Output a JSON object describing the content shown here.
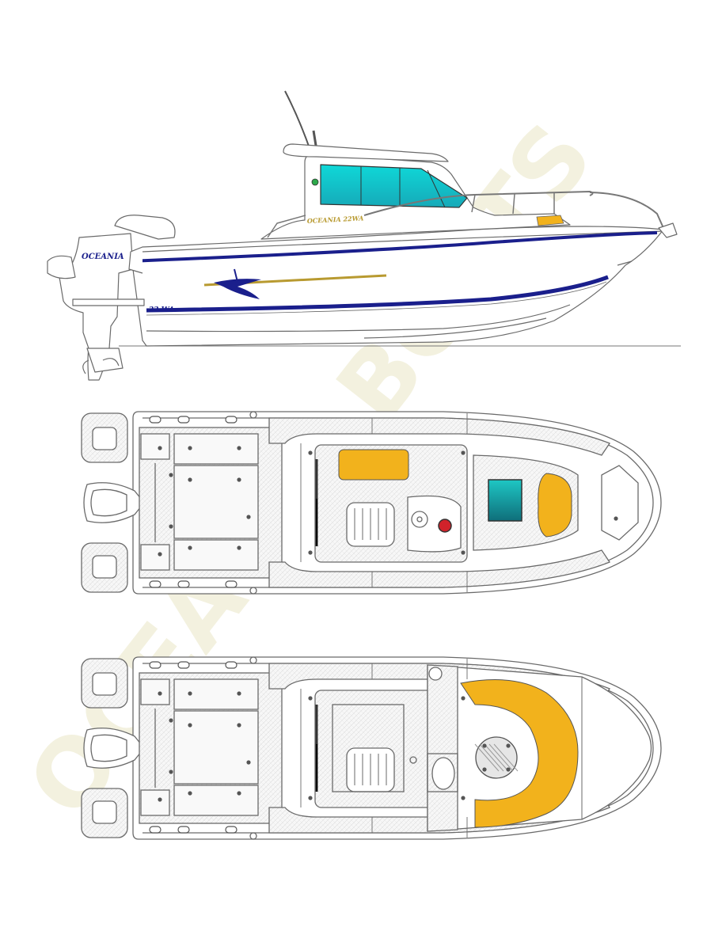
{
  "watermark": {
    "text": "OCEANIA BOATS",
    "color": "#f2f0dc"
  },
  "profile": {
    "engine_brand": "OCEANIA",
    "hull_model": "22 WA",
    "cabin_label": "OCEANIA 22WA"
  },
  "colors": {
    "line": "#6a6a6a",
    "stripe_blue": "#1a1f8c",
    "stripe_gold": "#b89a30",
    "glass_cyan": "#19c7cf",
    "cushion_yellow": "#f2b21c",
    "deck_fill": "#f6f6f6",
    "hull_fill": "#ffffff"
  },
  "views": [
    {
      "id": "side-profile"
    },
    {
      "id": "deck-plan-upper"
    },
    {
      "id": "deck-plan-lower"
    }
  ]
}
